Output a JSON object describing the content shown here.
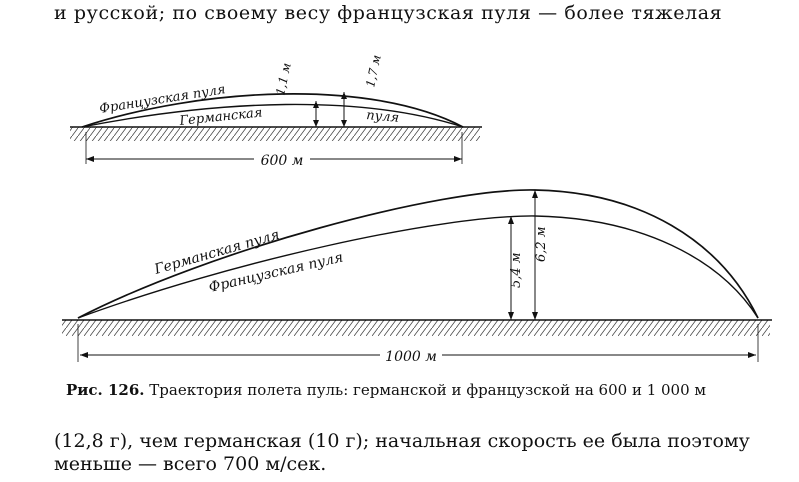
{
  "text": {
    "top_line": "и русской; по своему весу французская пуля — более тяжелая",
    "caption_num": "Рис. 126.",
    "caption_text": "Траектория полета пуль: германской и французской на 600 и 1 000 м",
    "para_line1": "(12,8 г), чем германская (10 г); начальная скорость ее была поэтому",
    "para_line2": "меньше — всего 700 м/сек."
  },
  "diagram_top": {
    "label_french": "Французская пуля",
    "label_german": "Германская",
    "label_german_puly": "пуля",
    "height_1": "1,1 м",
    "height_2": "1,7 м",
    "distance": "600 м"
  },
  "diagram_bottom": {
    "label_german": "Германская пуля",
    "label_french": "Французская пуля",
    "height_1": "5,4 м",
    "height_2": "6,2 м",
    "distance": "1000 м"
  }
}
